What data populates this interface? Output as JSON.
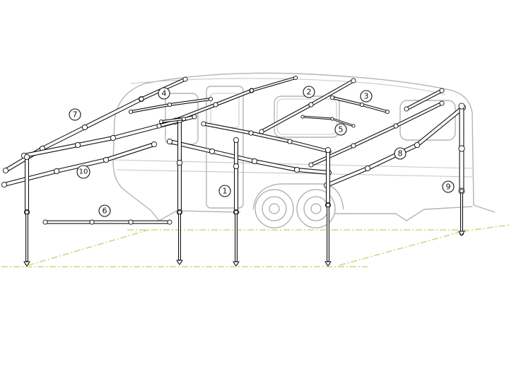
{
  "callouts": [
    {
      "id": "1",
      "label": "1"
    },
    {
      "id": "2",
      "label": "2"
    },
    {
      "id": "3",
      "label": "3"
    },
    {
      "id": "4",
      "label": "4"
    },
    {
      "id": "5",
      "label": "5"
    },
    {
      "id": "6",
      "label": "6"
    },
    {
      "id": "7",
      "label": "7"
    },
    {
      "id": "8",
      "label": "8"
    },
    {
      "id": "9",
      "label": "9"
    },
    {
      "id": "10",
      "label": "10"
    }
  ],
  "colors": {
    "pole": "#111111",
    "caravan": "#b4b4b4",
    "ground_line": "#c6dc82"
  }
}
